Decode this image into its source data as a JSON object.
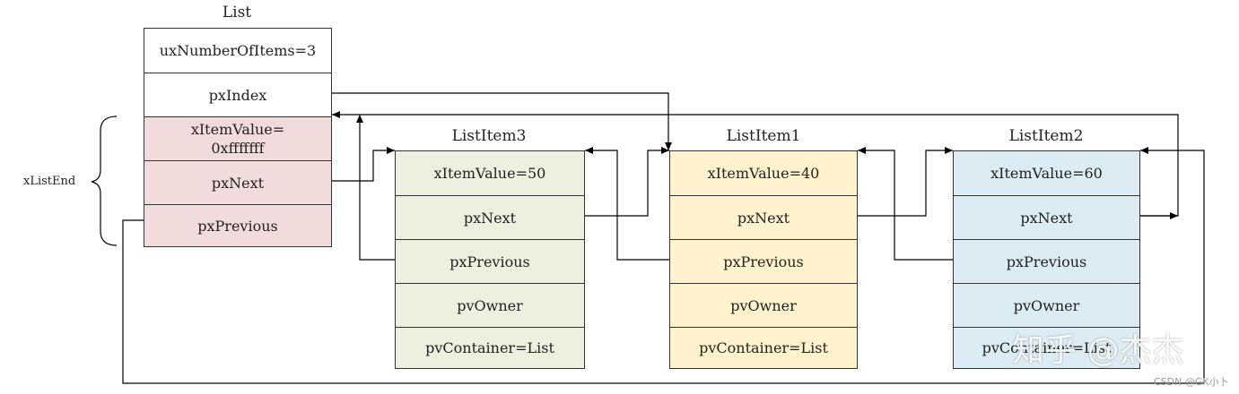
{
  "list": {
    "title": "List",
    "fields": [
      "uxNumberOfItems=3",
      "pxIndex",
      "xItemValue=\n0xfffffff",
      "pxNext",
      "pxPrevious"
    ],
    "brace_label": "xListEnd"
  },
  "items": [
    {
      "title": "ListItem3",
      "fill": "#ebf1de",
      "fields": [
        "xItemValue=50",
        "pxNext",
        "pxPrevious",
        "pvOwner",
        "pvContainer=List"
      ]
    },
    {
      "title": "ListItem1",
      "fill": "#fff2cc",
      "fields": [
        "xItemValue=40",
        "pxNext",
        "pxPrevious",
        "pvOwner",
        "pvContainer=List"
      ]
    },
    {
      "title": "ListItem2",
      "fill": "#dbecf4",
      "fields": [
        "xItemValue=60",
        "pxNext",
        "pxPrevious",
        "pvOwner",
        "pvContainer=List"
      ]
    }
  ],
  "colors": {
    "list_end_fill": "#f2dcdb",
    "line": "#000000",
    "border": "#333333"
  },
  "watermark": {
    "main": "知乎 @杰杰",
    "credit": "CSDN @GK小卜"
  }
}
